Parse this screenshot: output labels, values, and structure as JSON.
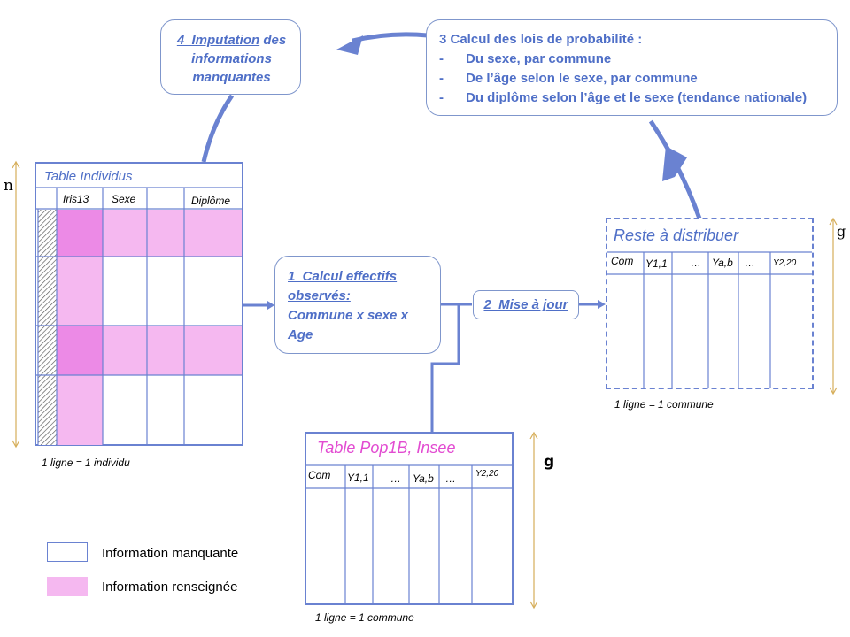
{
  "colors": {
    "accent": "#4f6fc7",
    "arrow": "#6a82d1",
    "pink_light": "#f5b8f0",
    "pink_dark": "#ec8ae6",
    "pink_title": "#e24bd1",
    "gold": "#d6ae5a"
  },
  "step4": {
    "number": "4_Imputation",
    "rest": " des informations manquantes"
  },
  "step3": {
    "title": "3 Calcul des lois de probabilité :",
    "items": [
      "Du sexe, par commune",
      "De l’âge selon le sexe, par commune",
      "Du diplôme selon l’âge et le sexe (tendance nationale)"
    ],
    "bullet": "-"
  },
  "step1": {
    "title": "1_Calcul effectifs observés:",
    "subtitle": "Commune x sexe x Age"
  },
  "step2": {
    "title": "2_Mise à jour"
  },
  "table_individus": {
    "title": "Table Individus",
    "headers": [
      "Iris13",
      "Sexe",
      "",
      "Diplôme"
    ],
    "note": "1 ligne = 1 individu",
    "dim_label": "n"
  },
  "table_reste": {
    "title": "Reste à distribuer",
    "headers": [
      "Com",
      "Y1,1",
      "…",
      "Ya,b",
      "…",
      "Y2,20"
    ],
    "note": "1 ligne = 1 commune",
    "dim_label": "g"
  },
  "table_pop": {
    "title": "Table Pop1B, Insee",
    "headers": [
      "Com",
      "Y1,1",
      "…",
      "Ya,b",
      "…",
      "Y2,20"
    ],
    "note": "1 ligne = 1 commune",
    "dim_label": "g"
  },
  "legend": {
    "missing": "Information manquante",
    "filled": "Information renseignée"
  }
}
